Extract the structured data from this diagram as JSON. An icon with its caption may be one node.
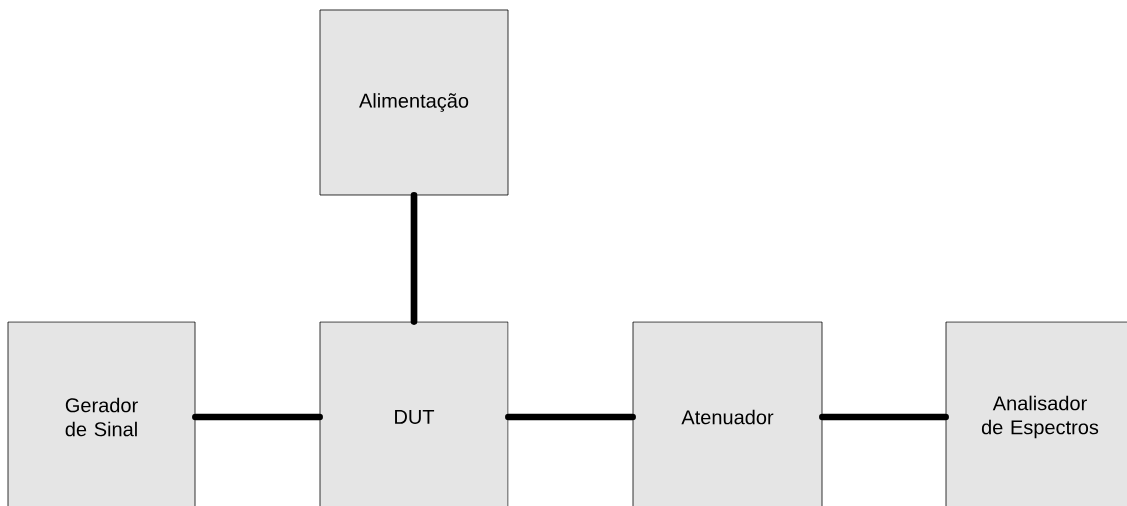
{
  "diagram": {
    "nodes": [
      {
        "text": [
          "Alimentação"
        ]
      },
      {
        "text": [
          "Gerador de Sinal"
        ]
      },
      {
        "text": [
          "DUT"
        ]
      },
      {
        "text": [
          "Atenuador"
        ]
      },
      {
        "text": [
          "Analisador de Espectros"
        ]
      }
    ],
    "edges": [
      {
        "from": 0,
        "to": 2,
        "arrow": "none"
      },
      {
        "from": 1,
        "to": 2,
        "arrow": "none"
      },
      {
        "from": 2,
        "to": 3,
        "arrow": "none"
      },
      {
        "from": 3,
        "to": 4,
        "arrow": "none"
      }
    ]
  }
}
